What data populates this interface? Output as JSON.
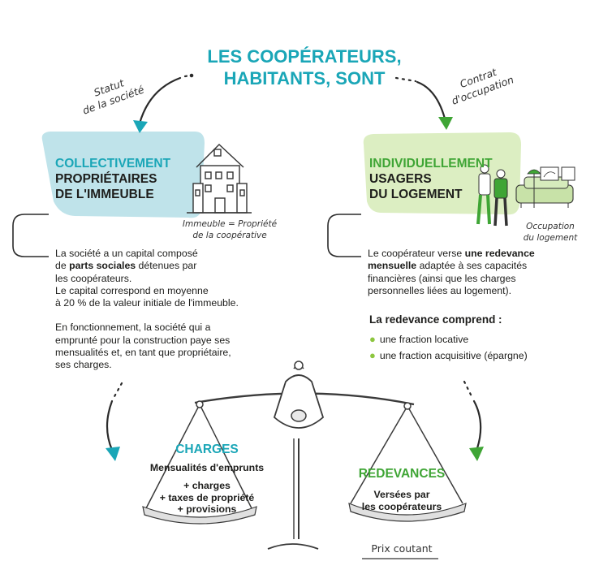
{
  "title_lines": [
    "LES COOPÉRATEURS,",
    "HABITANTS, SONT"
  ],
  "arrow_labels": {
    "left": [
      "Statut",
      "de la société"
    ],
    "right": [
      "Contrat",
      "d'occupation"
    ]
  },
  "left_panel": {
    "heading_highlight": "COLLECTIVEMENT",
    "heading_rest": [
      "PROPRIÉTAIRES",
      "DE L'IMMEUBLE"
    ],
    "illustration_caption": [
      "Immeuble = Propriété",
      "de la coopérative"
    ],
    "paragraph1": {
      "line1": "La société a un capital composé",
      "line2_pre": "de ",
      "line2_bold": "parts sociales",
      "line2_post": " détenues par",
      "line3": "les coopérateurs.",
      "line4": "Le capital correspond en moyenne",
      "line5": "à 20 % de la valeur initiale de l'immeuble."
    },
    "paragraph2": [
      "En fonctionnement, la société qui a",
      "emprunté pour la construction paye ses",
      "mensualités et, en tant que propriétaire,",
      "ses charges."
    ]
  },
  "right_panel": {
    "heading_highlight": "INDIVIDUELLEMENT",
    "heading_rest": [
      "USAGERS",
      "DU LOGEMENT"
    ],
    "illustration_caption": [
      "Occupation",
      "du logement"
    ],
    "paragraph1": {
      "line1_pre": "Le coopérateur verse ",
      "line1_bold": "une redevance",
      "line2_bold": "mensuelle",
      "line2_post": " adaptée à ses capacités",
      "line3": "financières (ainsi que les charges",
      "line4": "personnelles liées au logement)."
    },
    "redevance_title": "La redevance comprend :",
    "redevance_items": [
      "une fraction locative",
      "une fraction acquisitive (épargne)"
    ]
  },
  "scale": {
    "left_title": "CHARGES",
    "left_subtitle": "Mensualités d'emprunts",
    "left_items": [
      "+ charges",
      "+ taxes de propriété",
      "+ provisions"
    ],
    "right_title": "REDEVANCES",
    "right_subtitle": [
      "Versées par",
      "les coopérateurs"
    ],
    "base_label": "Prix coutant"
  },
  "colors": {
    "teal": "#1aa6b7",
    "green": "#3fa535",
    "light_teal_blob": "#bfe3ea",
    "light_green_blob": "#dceec2",
    "bullet": "#8dc63f",
    "scale_fill": "#e0e0e0"
  }
}
